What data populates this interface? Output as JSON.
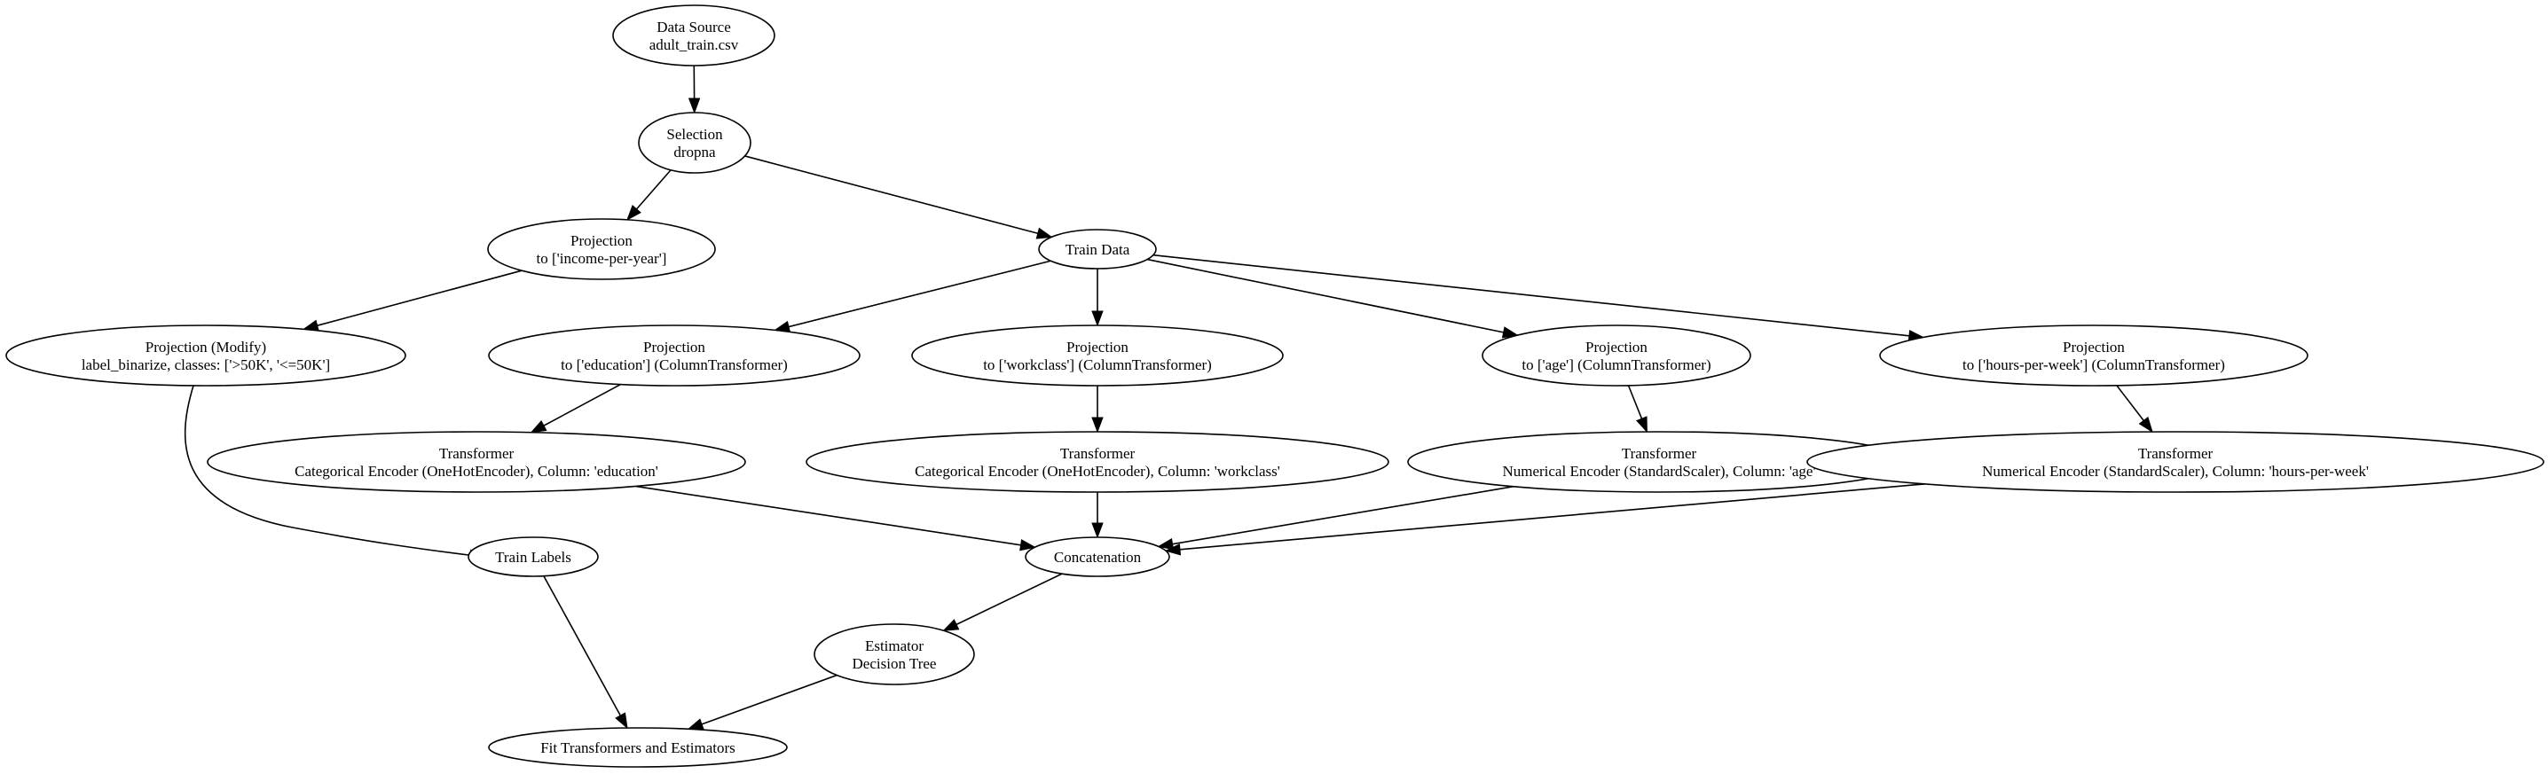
{
  "diagram": {
    "nodes": [
      {
        "id": "data_source",
        "lines": [
          "Data Source",
          "adult_train.csv"
        ]
      },
      {
        "id": "selection",
        "lines": [
          "Selection",
          "dropna"
        ]
      },
      {
        "id": "proj_income",
        "lines": [
          "Projection",
          "to ['income-per-year']"
        ]
      },
      {
        "id": "train_data",
        "lines": [
          "Train Data"
        ]
      },
      {
        "id": "proj_modify",
        "lines": [
          "Projection (Modify)",
          "label_binarize, classes: ['>50K', '<=50K']"
        ]
      },
      {
        "id": "proj_education",
        "lines": [
          "Projection",
          "to ['education'] (ColumnTransformer)"
        ]
      },
      {
        "id": "proj_workclass",
        "lines": [
          "Projection",
          "to ['workclass'] (ColumnTransformer)"
        ]
      },
      {
        "id": "proj_age",
        "lines": [
          "Projection",
          "to ['age'] (ColumnTransformer)"
        ]
      },
      {
        "id": "proj_hours",
        "lines": [
          "Projection",
          "to ['hours-per-week'] (ColumnTransformer)"
        ]
      },
      {
        "id": "trans_education",
        "lines": [
          "Transformer",
          "Categorical Encoder (OneHotEncoder), Column: 'education'"
        ]
      },
      {
        "id": "trans_workclass",
        "lines": [
          "Transformer",
          "Categorical Encoder (OneHotEncoder), Column: 'workclass'"
        ]
      },
      {
        "id": "trans_age",
        "lines": [
          "Transformer",
          "Numerical Encoder (StandardScaler), Column: 'age'"
        ]
      },
      {
        "id": "trans_hours",
        "lines": [
          "Transformer",
          "Numerical Encoder (StandardScaler), Column: 'hours-per-week'"
        ]
      },
      {
        "id": "train_labels",
        "lines": [
          "Train Labels"
        ]
      },
      {
        "id": "concatenation",
        "lines": [
          "Concatenation"
        ]
      },
      {
        "id": "estimator",
        "lines": [
          "Estimator",
          "Decision Tree"
        ]
      },
      {
        "id": "fit",
        "lines": [
          "Fit Transformers and Estimators"
        ]
      }
    ],
    "edges": [
      {
        "from": "data_source",
        "to": "selection"
      },
      {
        "from": "selection",
        "to": "proj_income"
      },
      {
        "from": "selection",
        "to": "train_data"
      },
      {
        "from": "proj_income",
        "to": "proj_modify"
      },
      {
        "from": "train_data",
        "to": "proj_education"
      },
      {
        "from": "train_data",
        "to": "proj_workclass"
      },
      {
        "from": "train_data",
        "to": "proj_age"
      },
      {
        "from": "train_data",
        "to": "proj_hours"
      },
      {
        "from": "proj_modify",
        "to": "train_labels"
      },
      {
        "from": "proj_education",
        "to": "trans_education"
      },
      {
        "from": "proj_workclass",
        "to": "trans_workclass"
      },
      {
        "from": "proj_age",
        "to": "trans_age"
      },
      {
        "from": "proj_hours",
        "to": "trans_hours"
      },
      {
        "from": "trans_education",
        "to": "concatenation"
      },
      {
        "from": "trans_workclass",
        "to": "concatenation"
      },
      {
        "from": "trans_age",
        "to": "concatenation"
      },
      {
        "from": "trans_hours",
        "to": "concatenation"
      },
      {
        "from": "train_labels",
        "to": "fit"
      },
      {
        "from": "concatenation",
        "to": "estimator"
      },
      {
        "from": "estimator",
        "to": "fit"
      }
    ]
  }
}
